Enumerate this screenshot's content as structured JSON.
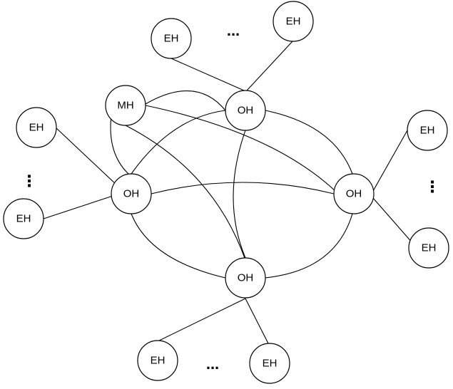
{
  "nodes": [
    {
      "id": "mh",
      "label": "MH"
    },
    {
      "id": "oh_top",
      "label": "OH"
    },
    {
      "id": "oh_left",
      "label": "OH"
    },
    {
      "id": "oh_right",
      "label": "OH"
    },
    {
      "id": "oh_bottom",
      "label": "OH"
    },
    {
      "id": "eh_top_left",
      "label": "EH"
    },
    {
      "id": "eh_top_right",
      "label": "EH"
    },
    {
      "id": "eh_left_top",
      "label": "EH"
    },
    {
      "id": "eh_left_bottom",
      "label": "EH"
    },
    {
      "id": "eh_right_top",
      "label": "EH"
    },
    {
      "id": "eh_right_bottom",
      "label": "EH"
    },
    {
      "id": "eh_bottom_left",
      "label": "EH"
    },
    {
      "id": "eh_bottom_right",
      "label": "EH"
    }
  ],
  "ellipses": [
    {
      "id": "top",
      "text": "..."
    },
    {
      "id": "bottom",
      "text": "..."
    },
    {
      "id": "left",
      "text": "⋮"
    },
    {
      "id": "right",
      "text": "⋮"
    }
  ]
}
